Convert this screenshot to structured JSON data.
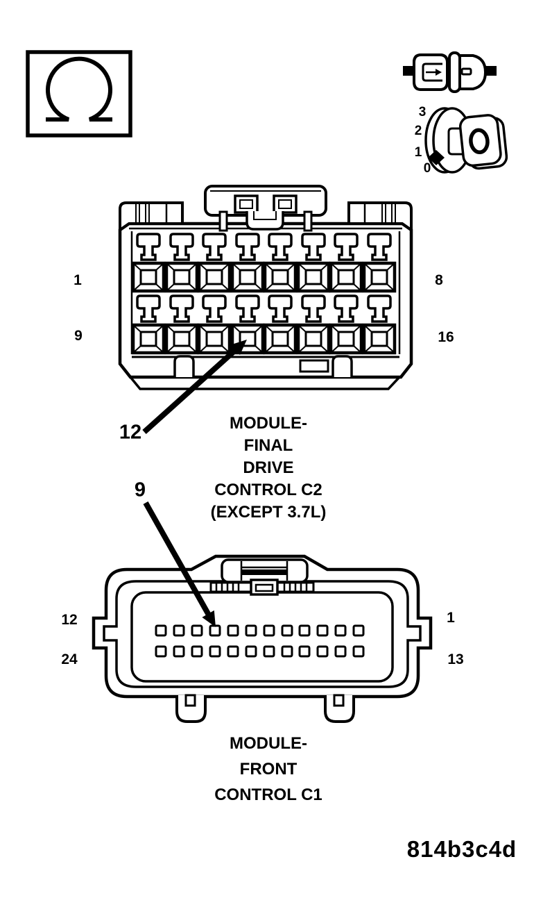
{
  "figure": {
    "code": "814b3c4d"
  },
  "test_icons": {
    "ohmmeter": {
      "name": "resistance-test",
      "symbol": "ohm"
    },
    "connector": {
      "name": "connector-disconnected"
    },
    "ignition": {
      "name": "ignition-switch",
      "positions": [
        "3",
        "2",
        "1",
        "0"
      ]
    }
  },
  "connectors": {
    "c2": {
      "name_lines": [
        "MODULE-",
        "FINAL",
        "DRIVE",
        "CONTROL C2",
        "(EXCEPT 3.7L)"
      ],
      "rows": 2,
      "pins_per_row": 8,
      "corner_pins": {
        "top_left": "1",
        "top_right": "8",
        "bottom_left": "9",
        "bottom_right": "16"
      },
      "callout_pin": "12"
    },
    "c1": {
      "name_lines": [
        "MODULE-",
        "FRONT",
        "CONTROL C1"
      ],
      "rows": 2,
      "pins_per_row": 12,
      "corner_pins": {
        "top_left": "12",
        "top_right": "1",
        "bottom_left": "24",
        "bottom_right": "13"
      },
      "callout_pin": "9"
    }
  },
  "colors": {
    "ink": "#000000",
    "paper": "#ffffff"
  }
}
